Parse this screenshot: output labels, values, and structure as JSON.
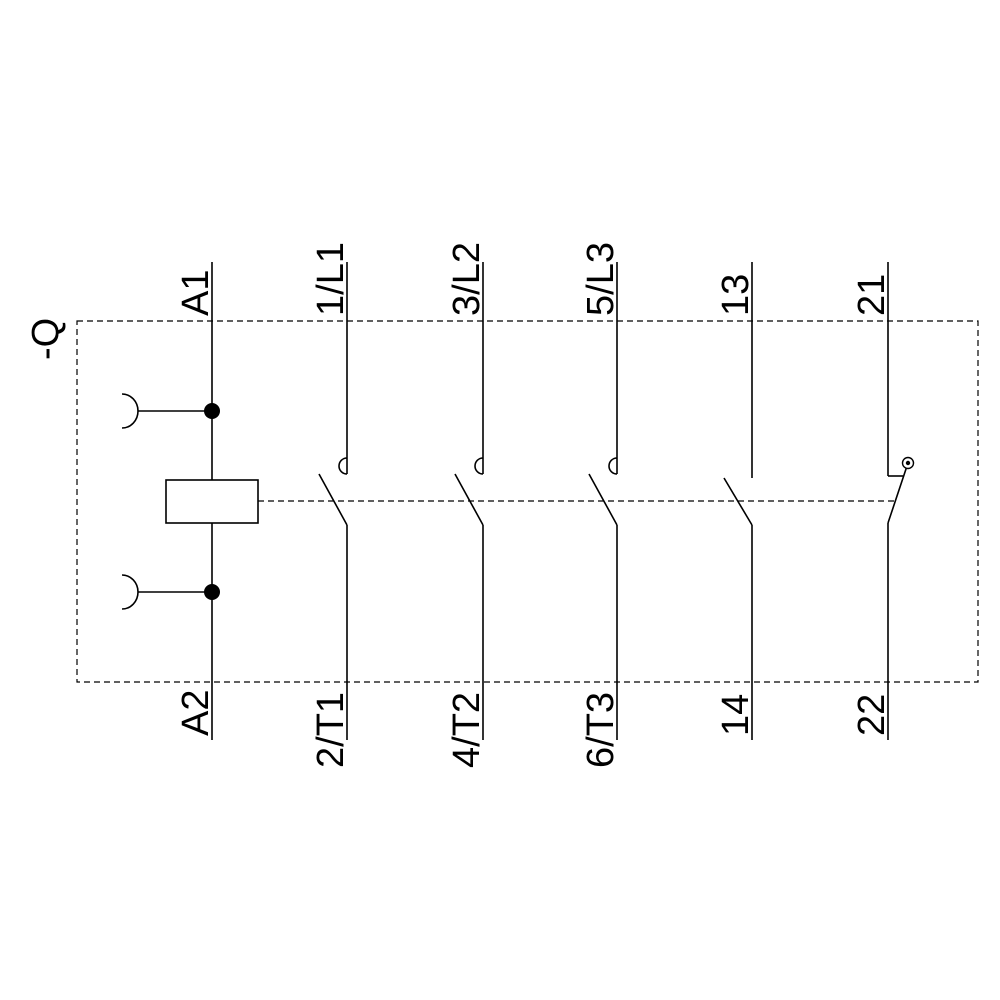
{
  "diagram": {
    "device_tag": "-Q",
    "coil": {
      "top_terminal": "A1",
      "bottom_terminal": "A2"
    },
    "main_contacts": [
      {
        "top": "1/L1",
        "bottom": "2/T1"
      },
      {
        "top": "3/L2",
        "bottom": "4/T2"
      },
      {
        "top": "5/L3",
        "bottom": "6/T3"
      }
    ],
    "auxiliary_no": {
      "top": "13",
      "bottom": "14"
    },
    "auxiliary_nc": {
      "top": "21",
      "bottom": "22"
    }
  }
}
